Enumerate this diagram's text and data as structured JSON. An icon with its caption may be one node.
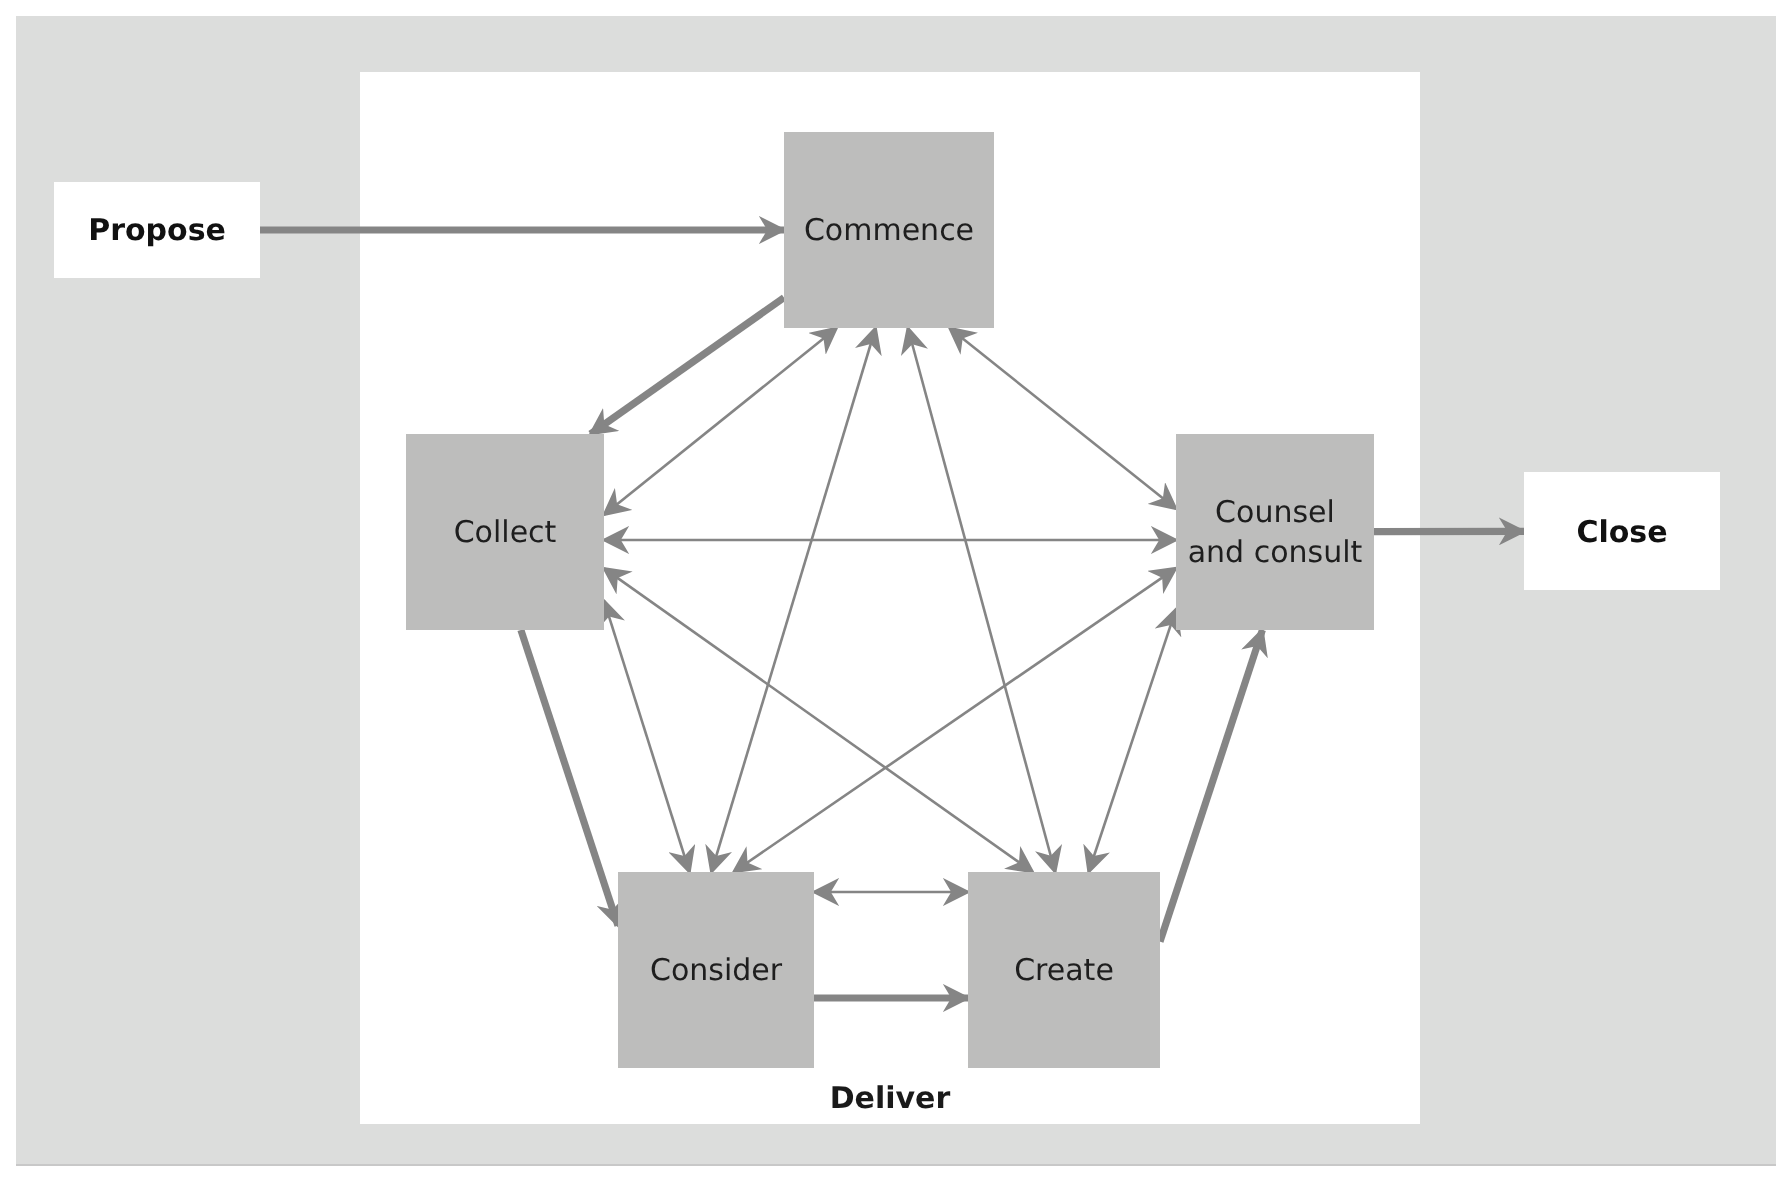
{
  "diagram": {
    "nodes": [
      {
        "text": [
          "Propose"
        ]
      },
      {
        "text": [
          "Deliver"
        ]
      },
      {
        "text": [
          "Commence"
        ],
        "in": 1
      },
      {
        "text": [
          "Collect"
        ],
        "in": 1
      },
      {
        "text": [
          "Counsel and consult"
        ],
        "in": 1
      },
      {
        "text": [
          "Consider"
        ],
        "in": 1
      },
      {
        "text": [
          "Create"
        ],
        "in": 1
      },
      {
        "text": [
          "Close"
        ]
      }
    ],
    "edges": [
      {
        "from": 0,
        "to": 2,
        "arrow": "to",
        "style": "thick"
      },
      {
        "from": 2,
        "to": 3,
        "arrow": "to",
        "style": "thick"
      },
      {
        "from": 2,
        "to": 3,
        "arrow": "both"
      },
      {
        "from": 2,
        "to": 5,
        "arrow": "both"
      },
      {
        "from": 2,
        "to": 6,
        "arrow": "both"
      },
      {
        "from": 2,
        "to": 4,
        "arrow": "both"
      },
      {
        "from": 3,
        "to": 4,
        "arrow": "both"
      },
      {
        "from": 3,
        "to": 5,
        "arrow": "to",
        "style": "thick"
      },
      {
        "from": 3,
        "to": 5,
        "arrow": "both"
      },
      {
        "from": 3,
        "to": 6,
        "arrow": "both"
      },
      {
        "from": 4,
        "to": 5,
        "arrow": "both"
      },
      {
        "from": 4,
        "to": 6,
        "arrow": "both"
      },
      {
        "from": 5,
        "to": 6,
        "arrow": "both"
      },
      {
        "from": 5,
        "to": 6,
        "arrow": "to",
        "style": "thick"
      },
      {
        "from": 6,
        "to": 4,
        "arrow": "to",
        "style": "thick"
      },
      {
        "from": 4,
        "to": 7,
        "arrow": "to",
        "style": "thick"
      }
    ]
  }
}
